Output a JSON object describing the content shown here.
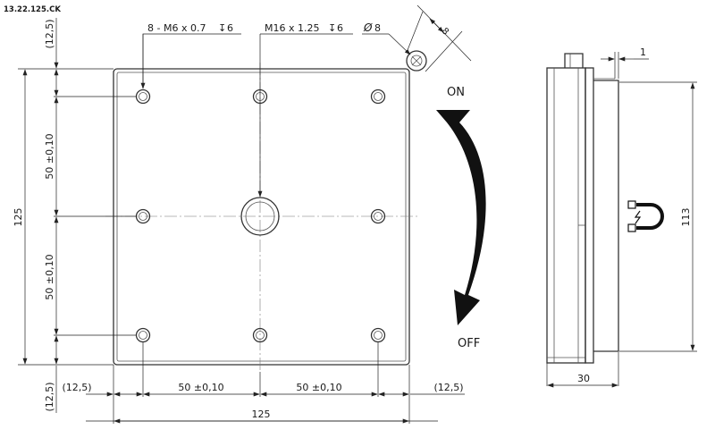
{
  "drawing": {
    "part_number": "13.22.125.CK",
    "front_view": {
      "thread_small_label": "8 - M6 x 0.7",
      "thread_small_depth": "6",
      "thread_center_label": "M16 x 1.25",
      "thread_center_depth": "6",
      "pin_diameter_symbol": "Ø",
      "pin_diameter_value": "8",
      "pin_width": "8",
      "dim_top_offset": "(12,5)",
      "dim_bottom_offset": "(12,5)",
      "dim_left_offset": "(12,5)",
      "dim_right_offset": "(12,5)",
      "dim_pitch_vertical_1": "50 ±0,10",
      "dim_pitch_vertical_2": "50 ±0,10",
      "dim_pitch_horizontal_1": "50 ±0,10",
      "dim_pitch_horizontal_2": "50 ±0,10",
      "dim_overall_height": "125",
      "dim_overall_width": "125"
    },
    "switch_labels": {
      "on": "ON",
      "off": "OFF"
    },
    "side_view": {
      "dim_pin_protrusion": "1",
      "dim_active_height": "113",
      "dim_thickness": "30",
      "magnet_icon": "magnet-icon"
    }
  }
}
